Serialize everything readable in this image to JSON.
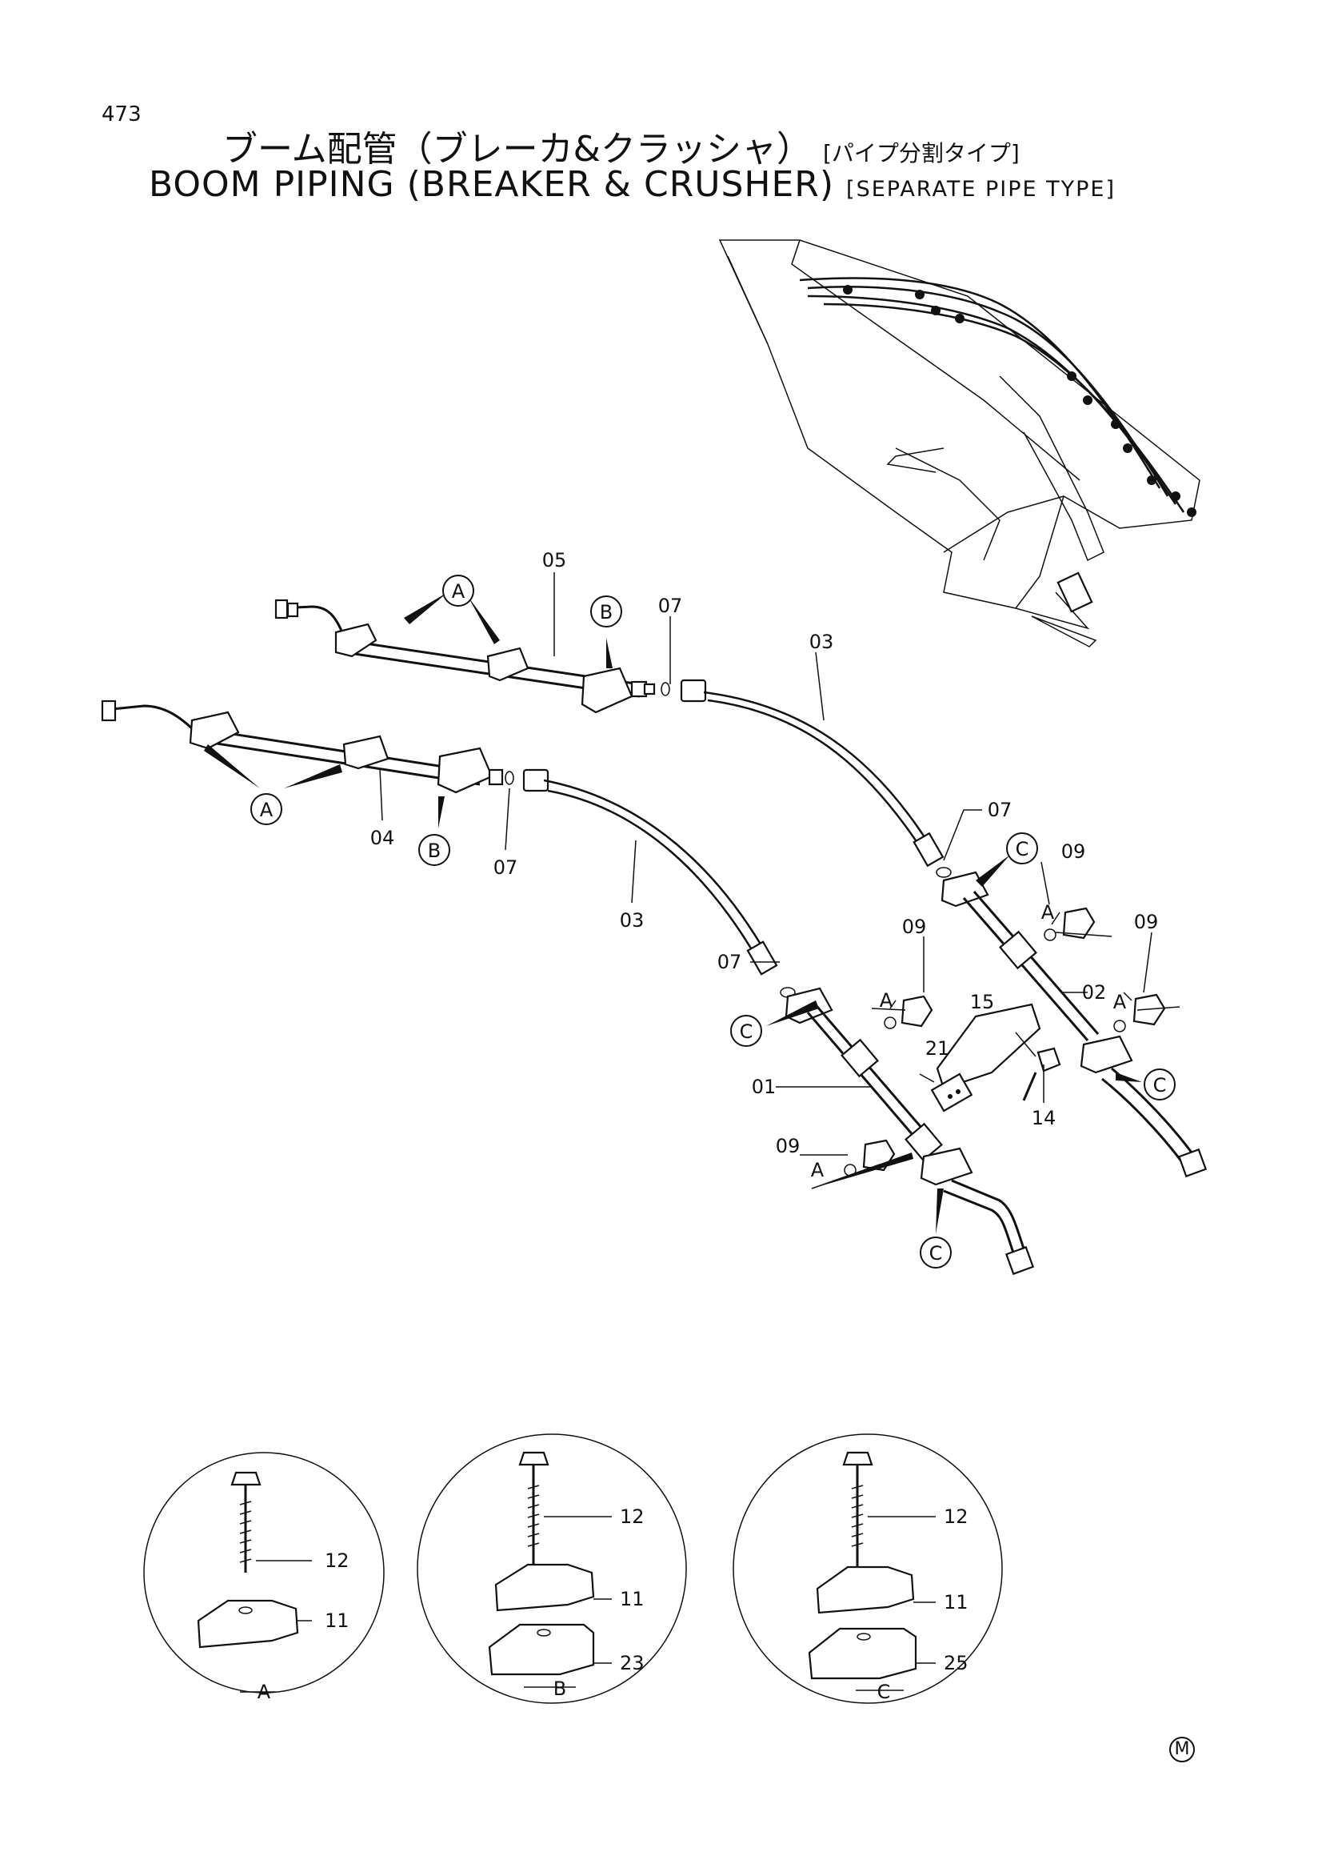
{
  "page_number": "473",
  "title_jp": "ブーム配管（ブレーカ&クラッシャ）",
  "title_jp_sub": "[パイプ分割タイプ]",
  "title_en": "BOOM PIPING (BREAKER & CRUSHER)",
  "title_en_sub": "[SEPARATE PIPE TYPE]",
  "detail_letters": {
    "a": "A",
    "b": "B",
    "c": "C"
  },
  "part_numbers": {
    "p01": "01",
    "p02": "02",
    "p03": "03",
    "p04": "04",
    "p05": "05",
    "p07": "07",
    "p09": "09",
    "p11": "11",
    "p12": "12",
    "p14": "14",
    "p15": "15",
    "p21": "21",
    "p23": "23",
    "p25": "25"
  },
  "details": [
    {
      "caption": "A",
      "parts": [
        "12",
        "11"
      ]
    },
    {
      "caption": "B",
      "parts": [
        "12",
        "11",
        "23"
      ]
    },
    {
      "caption": "C",
      "parts": [
        "12",
        "11",
        "25"
      ]
    }
  ],
  "corner_mark": "M"
}
